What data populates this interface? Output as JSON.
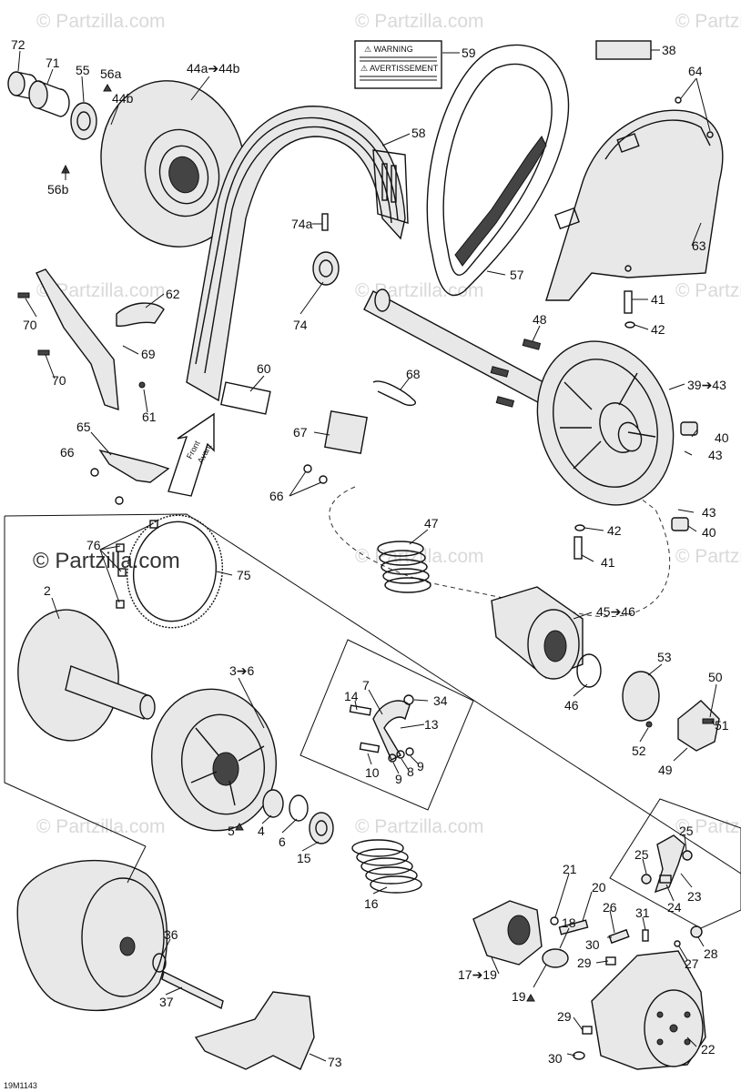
{
  "watermark": "© Partzilla.com",
  "watermark_prominent": "© Partzilla.com",
  "warning_label": {
    "title_en": "⚠ WARNING",
    "title_fr": "⚠ AVERTISSEMENT"
  },
  "front_arrow": {
    "line1": "Front",
    "line2": "Avant"
  },
  "diagram_code": "19M1143",
  "callouts": {
    "c72": "72",
    "c71": "71",
    "c55": "55",
    "c56a": "56a",
    "c44b": "44b",
    "c56b": "56b",
    "c44a44b": "44a➔44b",
    "c59": "59",
    "c38": "38",
    "c64": "64",
    "c58": "58",
    "c74a": "74a",
    "c74": "74",
    "c57": "57",
    "c63": "63",
    "c41top": "41",
    "c42top": "42",
    "c48": "48",
    "c39_43": "39➔43",
    "c62": "62",
    "c70a": "70",
    "c70b": "70",
    "c69": "69",
    "c60": "60",
    "c61": "61",
    "c68": "68",
    "c40top": "40",
    "c43top": "43",
    "c65": "65",
    "c67": "67",
    "c66a": "66",
    "c66b": "66",
    "c43bot": "43",
    "c40bot": "40",
    "c42bot": "42",
    "c41bot": "41",
    "c47": "47",
    "c76": "76",
    "c75": "75",
    "c2": "2",
    "c45_46": "45➔46",
    "c3_6": "3➔6",
    "c7": "7",
    "c14": "14",
    "c34": "34",
    "c13": "13",
    "c53": "53",
    "c50": "50",
    "c46": "46",
    "c51": "51",
    "c52": "52",
    "c10": "10",
    "c9a": "9",
    "c8": "8",
    "c9b": "9",
    "c49": "49",
    "c5": "5",
    "c4": "4",
    "c6": "6",
    "c15": "15",
    "c25a": "25",
    "c25b": "25",
    "c21": "21",
    "c20": "20",
    "c23": "23",
    "c24": "24",
    "c16": "16",
    "c26": "26",
    "c18": "18",
    "c31": "31",
    "c30a": "30",
    "c28": "28",
    "c36": "36",
    "c29a": "29",
    "c27": "27",
    "c17_19": "17➔19",
    "c37": "37",
    "c19": "19",
    "c29b": "29",
    "c30b": "30",
    "c22": "22",
    "c73": "73"
  }
}
